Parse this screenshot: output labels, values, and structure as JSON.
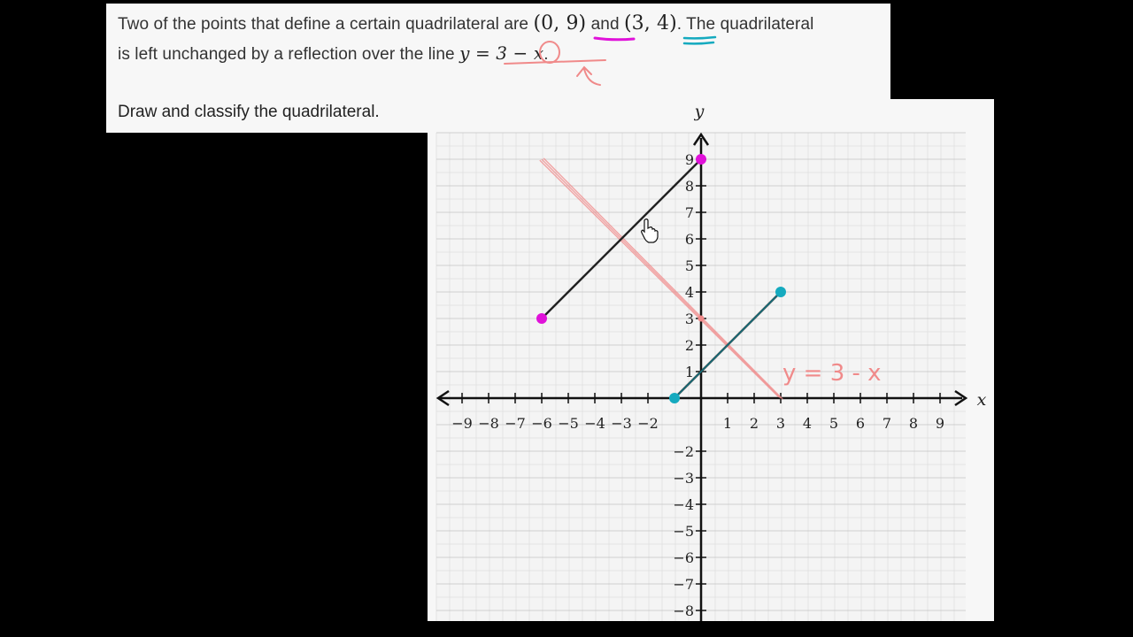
{
  "problem": {
    "line1_a": "Two of the points that define a certain quadrilateral are ",
    "point1": "(0, 9)",
    "line1_and": " and ",
    "point2": "(3, 4)",
    "line1_b": ". The quadrilateral",
    "line2_a": "is left unchanged by a reflection over the line ",
    "line2_eq": "y = 3 − x",
    "line2_end": ".",
    "prompt": "Draw and classify the quadrilateral."
  },
  "chart_data": {
    "type": "scatter",
    "title": "",
    "xlabel": "x",
    "ylabel": "y",
    "xlim": [
      -10,
      10
    ],
    "ylim": [
      -8,
      10
    ],
    "xticks": [
      -9,
      -8,
      -7,
      -6,
      -5,
      -4,
      -3,
      -2,
      1,
      2,
      3,
      4,
      5,
      6,
      7,
      8,
      9
    ],
    "yticks": [
      9,
      8,
      7,
      6,
      5,
      4,
      3,
      2,
      1,
      -2,
      -3,
      -4,
      -5,
      -6,
      -7,
      -8
    ],
    "grid": true,
    "points": [
      {
        "x": 0,
        "y": 9,
        "color": "#e012d9"
      },
      {
        "x": -6,
        "y": 3,
        "color": "#e012d9"
      },
      {
        "x": 3,
        "y": 4,
        "color": "#15aabf"
      },
      {
        "x": -1,
        "y": 0,
        "color": "#15aabf"
      }
    ],
    "segments": [
      {
        "from": [
          0,
          9
        ],
        "to": [
          -6,
          3
        ],
        "color": "#222"
      },
      {
        "from": [
          -1,
          0
        ],
        "to": [
          3,
          4
        ],
        "color": "#222"
      }
    ],
    "reflection_line": {
      "from": [
        -6,
        9
      ],
      "to": [
        3,
        0
      ],
      "color": "#f08a8a"
    },
    "annotation": "y = 3 - x"
  },
  "colors": {
    "magenta": "#e012d9",
    "teal": "#15aabf",
    "pink": "#f08a8a"
  }
}
